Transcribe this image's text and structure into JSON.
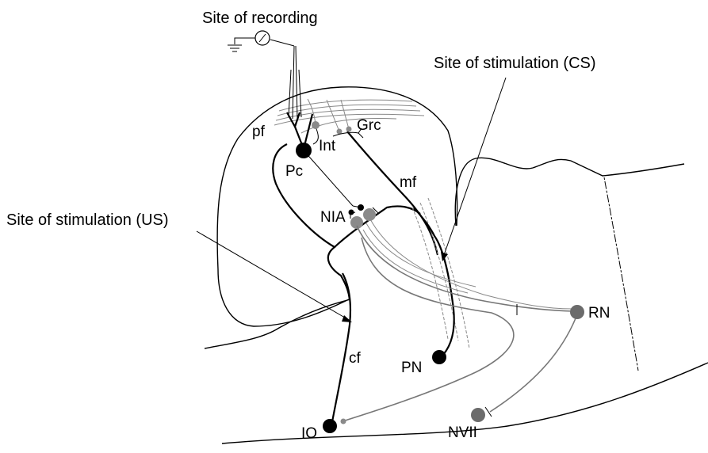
{
  "labels": {
    "recording": "Site of recording",
    "stim_cs": "Site of stimulation (CS)",
    "stim_us": "Site of stimulation (US)",
    "pf": "pf",
    "int": "Int",
    "grc": "Grc",
    "pc": "Pc",
    "mf": "mf",
    "nia": "NIA",
    "cf": "cf",
    "pn": "PN",
    "rn": "RN",
    "io": "IO",
    "nvii": "NVII"
  },
  "colors": {
    "line": "#000000",
    "gray_neuron": "#6b6b6b",
    "light_gray_neuron": "#8a8a8a",
    "gray_fiber": "#777777"
  }
}
